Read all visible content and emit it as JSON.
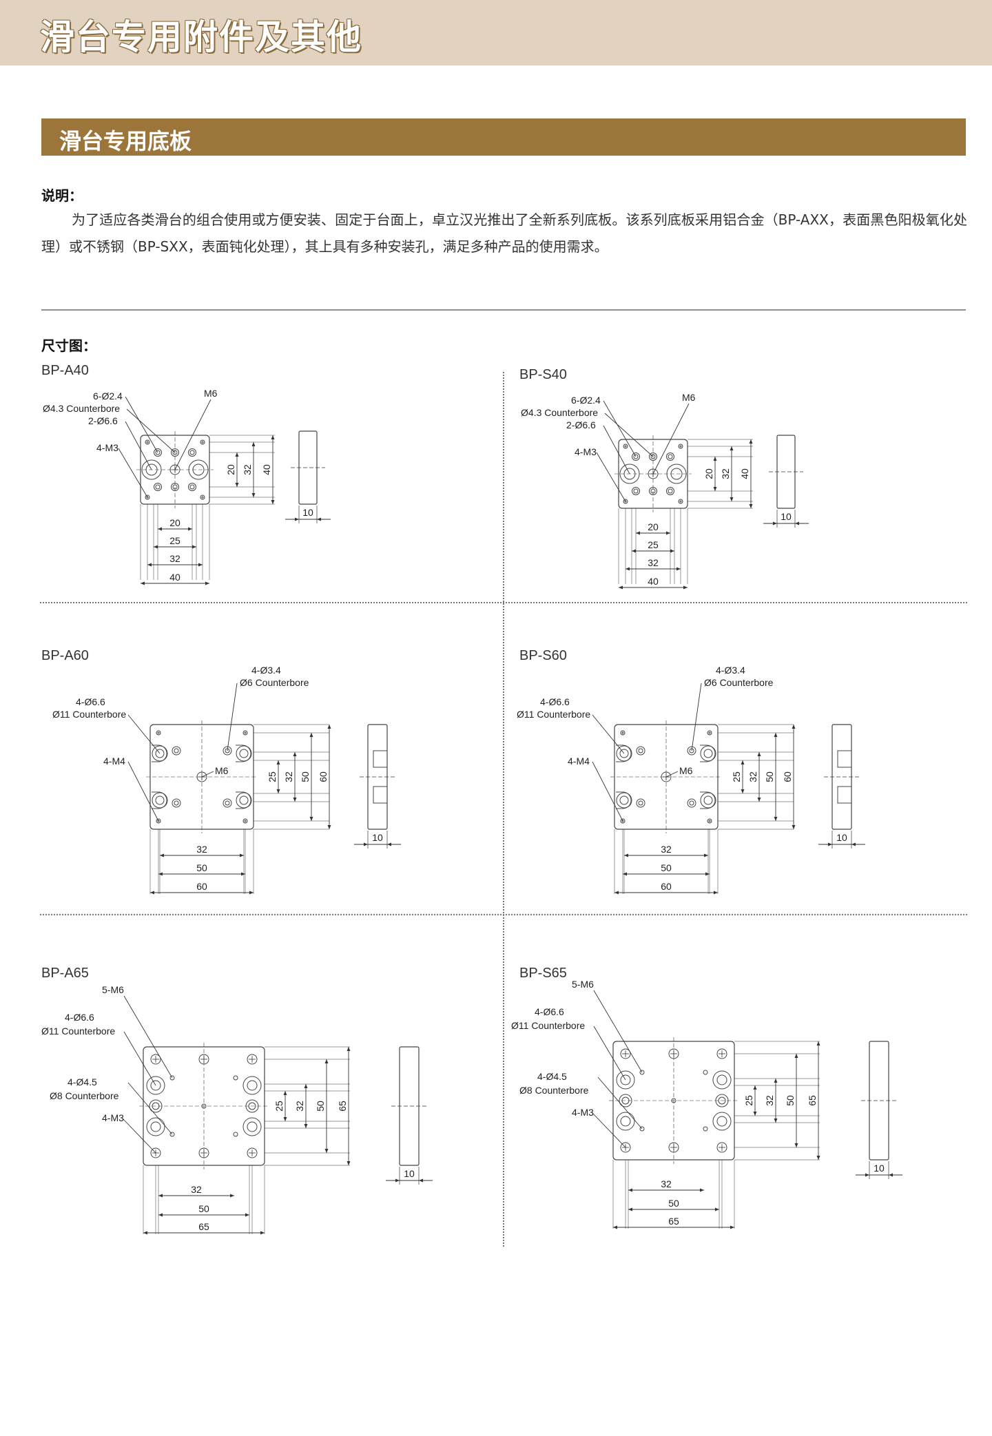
{
  "page": {
    "title": "滑台专用附件及其他",
    "section_title": "滑台专用底板",
    "desc_label": "说明：",
    "desc_text": "为了适应各类滑台的组合使用或方便安装、固定于台面上，卓立汉光推出了全新系列底板。该系列底板采用铝合金（BP-AXX，表面黑色阳极氧化处理）或不锈钢（BP-SXX，表面钝化处理），其上具有多种安装孔，满足多种产品的使用需求。",
    "dims_label": "尺寸图："
  },
  "colors": {
    "band": "#e2d3c0",
    "section_bar": "#9b7539"
  },
  "drawings": [
    {
      "id": "bp-a40",
      "model": "BP-A40",
      "labels": {
        "holes_a": "6-Ø2.4",
        "holes_a_cb": "Ø4.3 Counterbore",
        "holes_b": "2-Ø6.6",
        "holes_c": "4-M3",
        "center": "M6"
      },
      "dims_h": [
        "20",
        "25",
        "32",
        "40"
      ],
      "dims_v": [
        "20",
        "32",
        "40"
      ],
      "thickness": "10"
    },
    {
      "id": "bp-s40",
      "model": "BP-S40",
      "labels": {
        "holes_a": "6-Ø2.4",
        "holes_a_cb": "Ø4.3 Counterbore",
        "holes_b": "2-Ø6.6",
        "holes_c": "4-M3",
        "center": "M6"
      },
      "dims_h": [
        "20",
        "25",
        "32",
        "40"
      ],
      "dims_v": [
        "20",
        "32",
        "40"
      ],
      "thickness": "10"
    },
    {
      "id": "bp-a60",
      "model": "BP-A60",
      "labels": {
        "holes_a": "4-Ø3.4",
        "holes_a_cb": "Ø6 Counterbore",
        "holes_b": "4-Ø6.6",
        "holes_b_cb": "Ø11 Counterbore",
        "holes_c": "4-M4",
        "center": "M6"
      },
      "dims_h": [
        "32",
        "50",
        "60"
      ],
      "dims_v": [
        "25",
        "32",
        "50",
        "60"
      ],
      "thickness": "10"
    },
    {
      "id": "bp-s60",
      "model": "BP-S60",
      "labels": {
        "holes_a": "4-Ø3.4",
        "holes_a_cb": "Ø6 Counterbore",
        "holes_b": "4-Ø6.6",
        "holes_b_cb": "Ø11 Counterbore",
        "holes_c": "4-M4",
        "center": "M6"
      },
      "dims_h": [
        "32",
        "50",
        "60"
      ],
      "dims_v": [
        "25",
        "32",
        "50",
        "60"
      ],
      "thickness": "10"
    },
    {
      "id": "bp-a65",
      "model": "BP-A65",
      "labels": {
        "holes_top": "5-M6",
        "holes_a": "4-Ø6.6",
        "holes_a_cb": "Ø11 Counterbore",
        "holes_b": "4-Ø4.5",
        "holes_b_cb": "Ø8 Counterbore",
        "holes_c": "4-M3"
      },
      "dims_h": [
        "32",
        "50",
        "65"
      ],
      "dims_v": [
        "25",
        "32",
        "50",
        "65"
      ],
      "thickness": "10"
    },
    {
      "id": "bp-s65",
      "model": "BP-S65",
      "labels": {
        "holes_top": "5-M6",
        "holes_a": "4-Ø6.6",
        "holes_a_cb": "Ø11 Counterbore",
        "holes_b": "4-Ø4.5",
        "holes_b_cb": "Ø8 Counterbore",
        "holes_c": "4-M3"
      },
      "dims_h": [
        "32",
        "50",
        "65"
      ],
      "dims_v": [
        "25",
        "32",
        "50",
        "65"
      ],
      "thickness": "10"
    }
  ]
}
